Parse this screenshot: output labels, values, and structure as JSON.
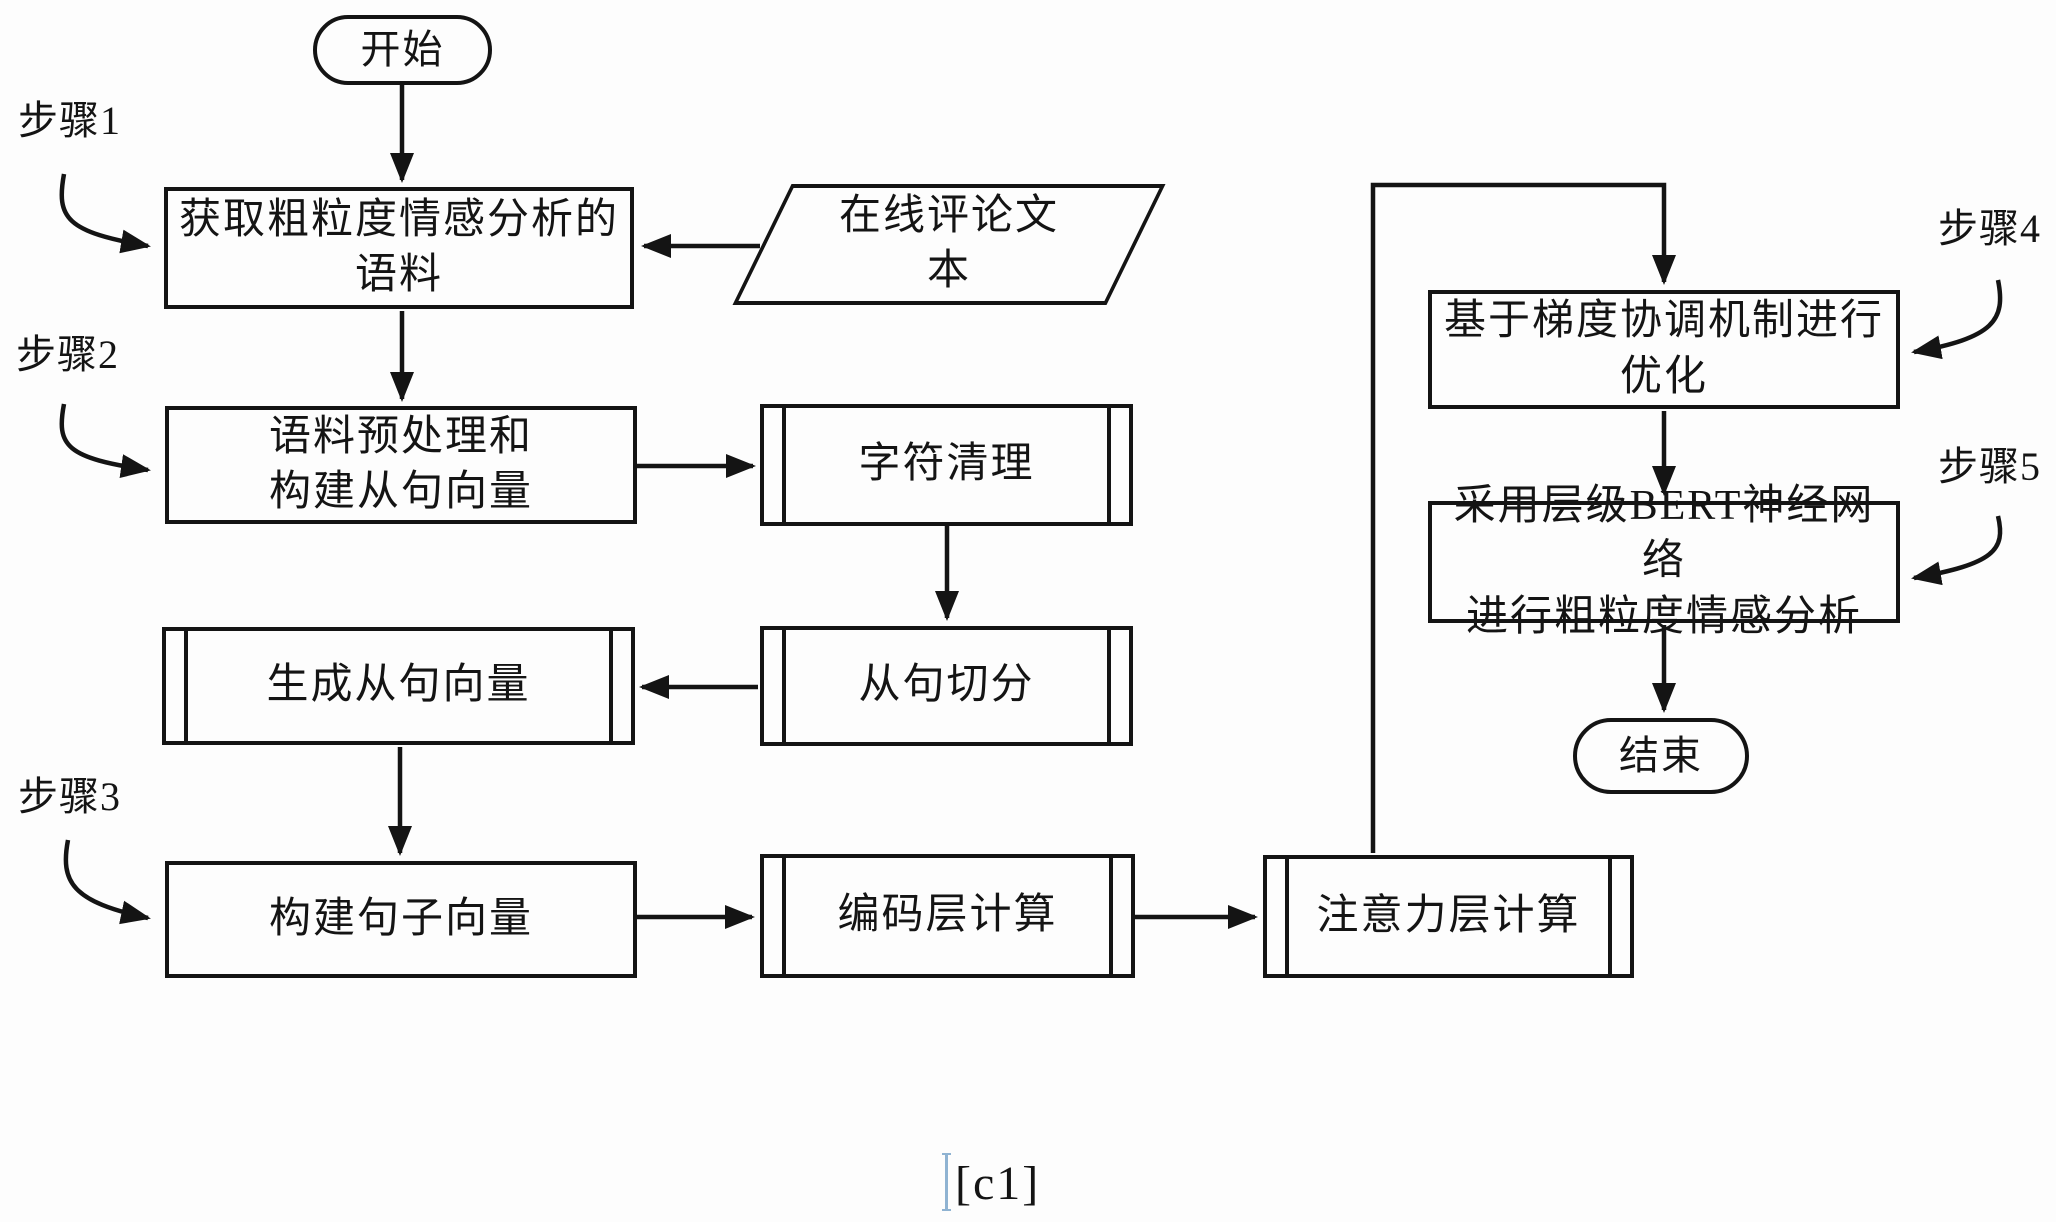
{
  "diagram": {
    "caption": "[c1]",
    "colors": {
      "line": "#141414",
      "background": "#fdfdfd",
      "caption_cursor": "#8fb3d2"
    },
    "nodes": {
      "start": {
        "label": "开始",
        "shape": "terminator"
      },
      "acquire_corpus": {
        "label": "获取粗粒度情感分析的\n语料",
        "shape": "process"
      },
      "online_review_text": {
        "label": "在线评论文\n本",
        "shape": "data-parallelogram"
      },
      "preprocess": {
        "label": "语料预处理和\n构建从句向量",
        "shape": "process"
      },
      "char_clean": {
        "label": "字符清理",
        "shape": "predefined-process"
      },
      "clause_split": {
        "label": "从句切分",
        "shape": "predefined-process"
      },
      "gen_clause_vector": {
        "label": "生成从句向量",
        "shape": "predefined-process"
      },
      "build_sentence_vector": {
        "label": "构建句子向量",
        "shape": "process"
      },
      "encoding_layer": {
        "label": "编码层计算",
        "shape": "predefined-process"
      },
      "attention_layer": {
        "label": "注意力层计算",
        "shape": "predefined-process"
      },
      "gradient_harmonize": {
        "label": "基于梯度协调机制进行\n优化",
        "shape": "process"
      },
      "hierarchical_bert": {
        "label": "采用层级BERT神经网络\n进行粗粒度情感分析",
        "shape": "process"
      },
      "end": {
        "label": "结束",
        "shape": "terminator"
      }
    },
    "step_labels": {
      "step1": "步骤1",
      "step2": "步骤2",
      "step3": "步骤3",
      "step4": "步骤4",
      "step5": "步骤5"
    }
  }
}
